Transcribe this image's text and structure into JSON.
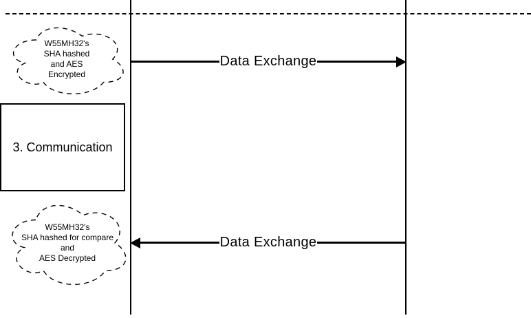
{
  "diagram": {
    "colors": {
      "background": "#ffffff",
      "stroke": "#000000",
      "text": "#000000"
    },
    "top_boundary": {
      "style": "dashed"
    },
    "step_box": {
      "label": "3. Communication"
    },
    "clouds": [
      {
        "lines": [
          "W55MH32's",
          "SHA hashed",
          "and AES",
          "Encrypted"
        ]
      },
      {
        "lines": [
          "W55MH32's",
          "SHA hashed for compare",
          "and",
          "AES Decrypted"
        ]
      }
    ],
    "messages": [
      {
        "label": "Data Exchange",
        "direction": "right"
      },
      {
        "label": "Data Exchange",
        "direction": "left"
      }
    ]
  }
}
